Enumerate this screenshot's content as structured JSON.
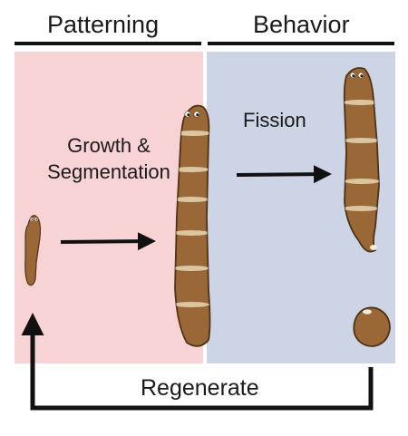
{
  "headers": {
    "patterning": "Patterning",
    "behavior": "Behavior"
  },
  "labels": {
    "growth_segmentation": "Growth & Segmentation",
    "fission": "Fission",
    "regenerate": "Regenerate"
  },
  "colors": {
    "patterning_bg": "#f8d3d6",
    "behavior_bg": "#ccd4e6",
    "worm_body": "#9a6836",
    "worm_outline": "#4e3216",
    "segment_band": "#dcc6a2",
    "arrow": "#111111"
  }
}
